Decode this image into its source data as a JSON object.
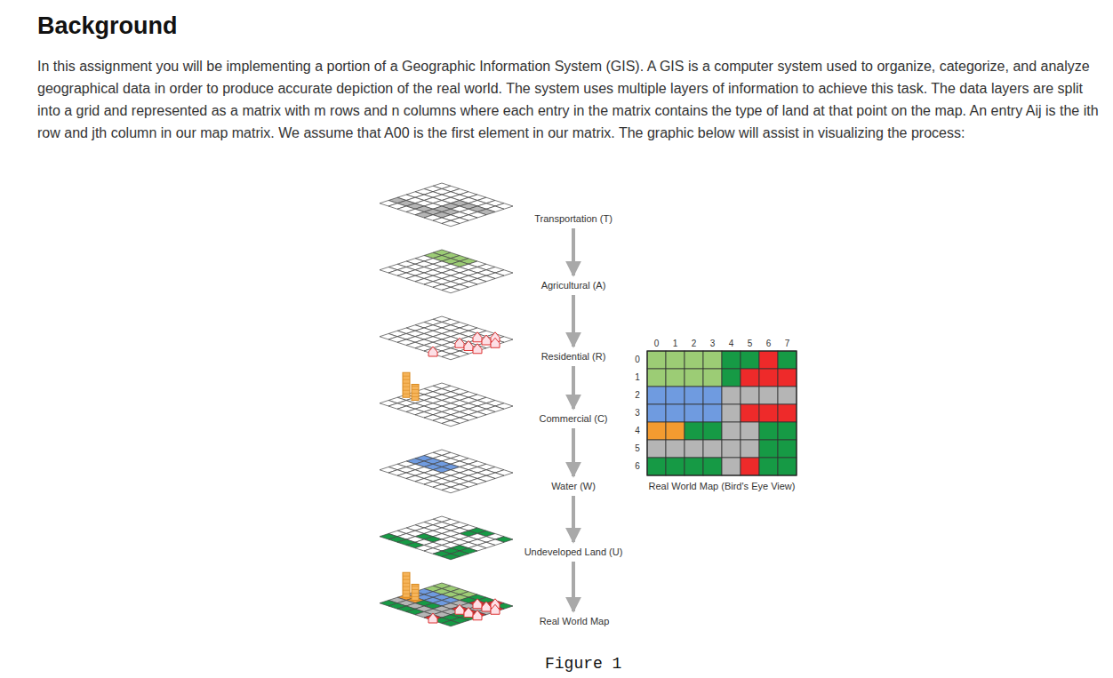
{
  "diagram": {
    "title": "Background",
    "caption": "Figure 1",
    "nodes": [
      {
        "text": [
          "Transportation (T)"
        ]
      },
      {
        "text": [
          "Agricultural (A)"
        ]
      },
      {
        "text": [
          "Residential (R)"
        ]
      },
      {
        "text": [
          "Commercial (C)"
        ]
      },
      {
        "text": [
          "Water (W)"
        ]
      },
      {
        "text": [
          "Undeveloped Land (U)"
        ]
      },
      {
        "text": [
          "Real World Map"
        ]
      }
    ],
    "edges": [
      {
        "from": 0,
        "to": 1,
        "arrow": "to"
      },
      {
        "from": 1,
        "to": 2,
        "arrow": "to"
      },
      {
        "from": 2,
        "to": 3,
        "arrow": "to"
      },
      {
        "from": 3,
        "to": 4,
        "arrow": "to"
      },
      {
        "from": 4,
        "to": 5,
        "arrow": "to"
      },
      {
        "from": 5,
        "to": 6,
        "arrow": "to"
      }
    ],
    "labels": [
      "In this assignment you will be implementing a portion of a Geographic Information System (GIS). A GIS is a computer system used to organize, categorize, and analyze geographical data in order to produce accurate depiction of the real world. The system uses multiple layers of information to achieve this task. The data layers are split into a grid and represented as a matrix with m rows and n columns where each entry in the matrix contains the type of land at that point on the map. An entry Aij is the ith row and jth column in our map matrix. We assume that A00 is the first element in our matrix. The graphic below will assist in visualizing the process:",
      "0",
      "1",
      "2",
      "3",
      "4",
      "5",
      "6",
      "7",
      "0",
      "1",
      "2",
      "3",
      "4",
      "5",
      "6",
      "Real World Map (Bird's Eye View)"
    ]
  }
}
